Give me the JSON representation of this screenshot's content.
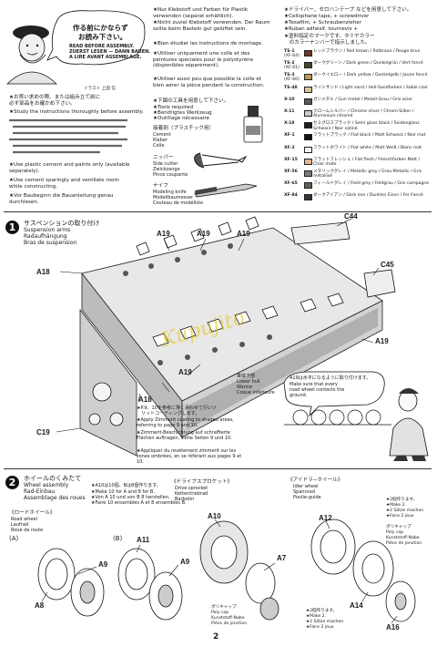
{
  "top_left": {
    "speech": [
      "作る前にかならず",
      "お読み下さい。"
    ],
    "read_before": [
      "READ BEFORE ASSEMBLY.",
      "ZUERST LESEN — DANN BAUEN.",
      "A LIRE AVANT ASSEMBLAGE."
    ],
    "illustrator": "イラスト 上田 信",
    "notes": [
      "★お買い求めの際、または組み立て前に",
      "必ず部品をお確かめ下さい。",
      "★Study the instructions thoroughly before assembly.",
      "★Use plastic cement and paints only (available separately).",
      "★Use cement sparingly and ventilate room while constructing.",
      "★Vor Baubeginn die Bauanleitung genau durchlesen."
    ]
  },
  "top_middle": {
    "cement_notes": [
      "★Nur Klebstoff und Farben für Plastik verwenden (separat erhältlich).",
      "★Nicht zuviel Klebstoff verwenden. Der Raum sollte beim Basteln gut gelüftet sein.",
      "★Bien étudier les instructions de montage.",
      "★Utiliser uniquement une colle et des peintures spéciales pour le polystyrène (disponibles séparément).",
      "★Utiliser aussi peu que possible la colle et bien aérer la pièce pendant la construction."
    ],
    "tools_header": "★下図の工具を用意して下さい。",
    "tools_en": "★Tools required",
    "tools_de": "★Benötigtes Werkzeug",
    "tools_fr": "★Outillage nécessaire",
    "tools": [
      {
        "jp": "接着剤（プラスチック用）",
        "en": "Cement",
        "de": "Kleber",
        "fr": "Colle"
      },
      {
        "jp": "ニッパー",
        "en": "Side cutter",
        "de": "Zwickzange",
        "fr": "Pince coupante"
      },
      {
        "jp": "ナイフ",
        "en": "Modeling knife",
        "de": "Modellbaumesser",
        "fr": "Couteau de modéliste"
      }
    ]
  },
  "top_right": {
    "intro": [
      "★ドライバー、セロハンテープ などを用意して下さい。",
      "★Cellophane tape, + screwdriver",
      "★Tesafilm, + Schraubenzieher",
      "★Ruban adhésif, tournevis +",
      "★塗料指定のマークです。タミヤカラー",
      "　のカラーナンバーで指示しました。"
    ],
    "paints": [
      {
        "code": "TS-1",
        "sub": "(XF-64)",
        "text": "レッドブラウン / Red brown / Rotbraun / Rouge brun",
        "color": "#6e3a2a"
      },
      {
        "code": "TS-2",
        "sub": "(XF-61)",
        "text": "ダークグリーン / Dark green / Dunkelgrün / Vert foncé",
        "color": "#3d4a2c"
      },
      {
        "code": "TS-3",
        "sub": "(XF-60)",
        "text": "ダークイエロー / Dark yellow / Dunkelgelb / Jaune foncé",
        "color": "#b69a55"
      },
      {
        "code": "TS-48",
        "sub": "",
        "text": "ライトサンド / Light sand / Hell-Sandfarben / Sable clair",
        "color": "#d6c79a"
      },
      {
        "code": "X-10",
        "sub": "",
        "text": "ガンメタル / Gun metal / Metall-Grau / Gris acier",
        "color": "#555a5e"
      },
      {
        "code": "X-11",
        "sub": "",
        "text": "クロームシルバー / Chrome silver / Chrom-Silber / Aluminium chromé",
        "color": "#c8ccd0"
      },
      {
        "code": "X-18",
        "sub": "",
        "text": "セミグロスブラック / Semi gloss black / Seidenglanz Schwarz / Noir satiné",
        "color": "#1e1e1e"
      },
      {
        "code": "XF-1",
        "sub": "",
        "text": "フラットブラック / Flat black / Matt Schwarz / Noir mat",
        "color": "#111"
      },
      {
        "code": "XF-2",
        "sub": "",
        "text": "フラットホワイト / Flat white / Matt Weiß / Blanc mat",
        "color": "#f4f4f4"
      },
      {
        "code": "XF-15",
        "sub": "",
        "text": "フラットフレッシュ / Flat flesh / Fleischfarben Matt / Chair mate",
        "color": "#e3b494"
      },
      {
        "code": "XF-56",
        "sub": "",
        "text": "メタリックグレイ / Metallic grey / Grau-Metallic / Gris métallisé",
        "color": "#77797c"
      },
      {
        "code": "XF-65",
        "sub": "",
        "text": "フィールドグレイ / Field grey / Feldgrau / Gris campagne",
        "color": "#5d6152"
      },
      {
        "code": "XF-84",
        "sub": "",
        "text": "ダークアイアン / Dark iron / Dunkles Eisen / Fer Foncé",
        "color": "#3a3430"
      }
    ]
  },
  "step1": {
    "number": "1",
    "title_jp": "サスペンションの取り付け",
    "title_en": "Suspension arms",
    "title_de": "Radaufhängung",
    "title_fr": "Bras de suspension",
    "parts": [
      "A19",
      "A19",
      "A19",
      "A18",
      "C44",
      "C45",
      "A19",
      "A19",
      "A18",
      "C19"
    ],
    "hull_label": {
      "jp": "車体下部",
      "en": "Lower hull",
      "de": "Wanne",
      "fr": "Coque inférieure"
    },
    "zimmerit_note": [
      "★P.9、10を参考に薄く添わせて行いツ",
      "　リットコーティングします。",
      "★Apply Zimmerit coating to shaded areas, referring to page 9 and 10.",
      "★Zimmerit-Beschichtung auf schraffierte Flächen auftragen, siehe Seiten 9 und 10.",
      "★Appliquer du revêtement zimmerit sur les zones ombrées, en se référant aux pages 9 et 10."
    ],
    "bubble": [
      "A19は水平になるように取り付けます。",
      "Make sure that every",
      "road wheel contacts the",
      "ground."
    ]
  },
  "step2": {
    "number": "2",
    "title_jp": "ホイールのくみたて",
    "title_en": "Wheel assembly",
    "title_de": "Rad-Einbau",
    "title_fr": "Assemblage des roues",
    "notes": [
      "★A10は10個、Bは8個作ります。",
      "★Make 10 for A and 8 for B.",
      "★Von A 10 und von B 8 herstellen.",
      "★Faire 10 ensembles A et 8 ensembles B."
    ],
    "road_wheel": {
      "jp": "《ロードホイール》",
      "en": "Road wheel",
      "de": "Laufrad",
      "fr": "Roue de route"
    },
    "sprocket": {
      "jp": "《ドライブスプロケット》",
      "en": "Drive sprocket",
      "de": "Kettentriebrad",
      "fr": "Barbotin"
    },
    "idler": {
      "jp": "《アイドラ−ホイール》",
      "en": "Idler wheel",
      "de": "Spannrad",
      "fr": "Poulie-guide"
    },
    "sub_a": "(A)",
    "sub_b": "(B)",
    "parts": [
      "A9",
      "A8",
      "A11",
      "A9",
      "A10",
      "A7",
      "A12",
      "A14",
      "A16"
    ],
    "polycap": {
      "jp": "ポリキャップ",
      "en": "Poly cap",
      "de": "Kunststoff-Nabe",
      "fr": "Pièce de jonction"
    },
    "make2_a": [
      "★2個作ります。",
      "★Make 2.",
      "★2 Sätze machen.",
      "★Faire 2 jeux"
    ],
    "make2_b": [
      "★2個作ります。",
      "★Make 2.",
      "★2 Sätze machen.",
      "★Faire 2 jeux"
    ]
  },
  "page_number": "2",
  "watermark": "Kupujito"
}
